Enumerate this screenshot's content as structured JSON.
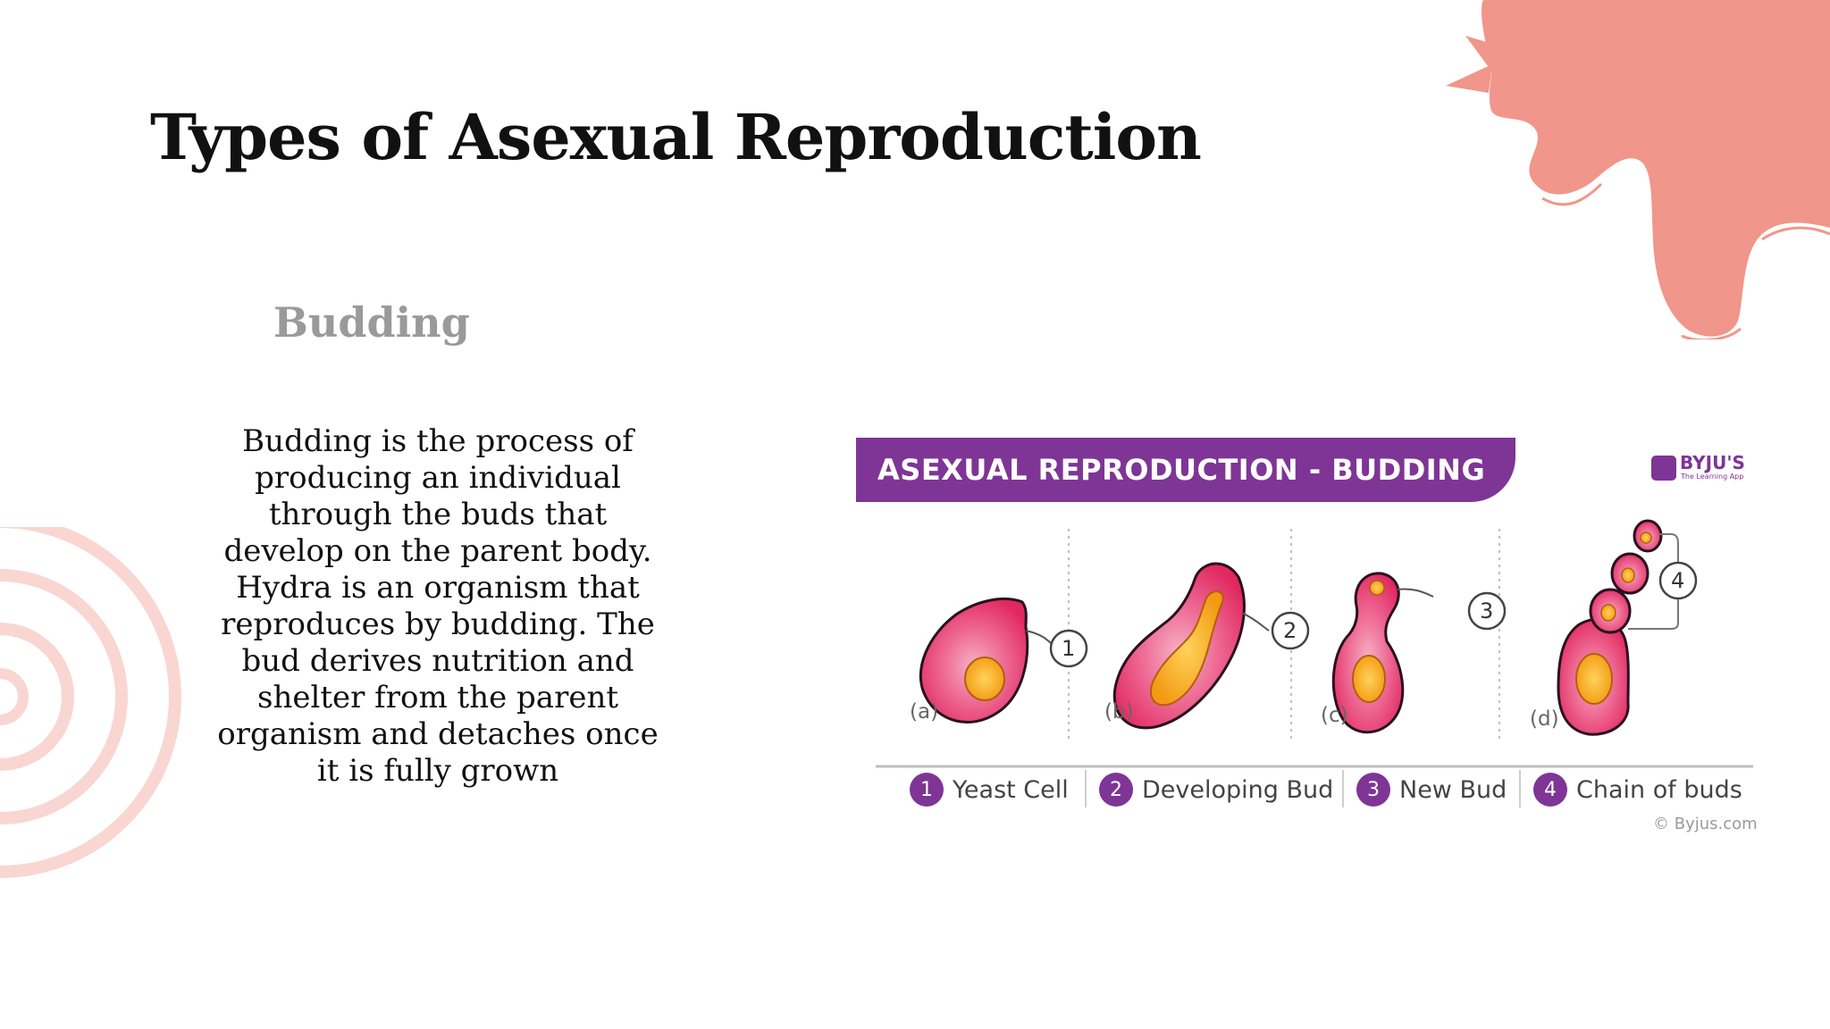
{
  "slide": {
    "title": "Types of Asexual Reproduction",
    "subtitle": "Budding",
    "body": "Budding is the process of producing an individual through the buds that develop on the parent body. Hydra is an organism that reproduces by budding. The bud derives nutrition and shelter from the parent organism and detaches once it is fully grown"
  },
  "figure": {
    "banner": "ASEXUAL REPRODUCTION - BUDDING",
    "brand_name": "BYJU'S",
    "brand_tagline": "The Learning App",
    "panels": [
      {
        "label": "(a)",
        "callout": "1"
      },
      {
        "label": "(b)",
        "callout": "2"
      },
      {
        "label": "(c)",
        "callout": "3"
      },
      {
        "label": "(d)",
        "callout": "4"
      }
    ],
    "legend": [
      {
        "num": "1",
        "text": "Yeast Cell"
      },
      {
        "num": "2",
        "text": "Developing Bud"
      },
      {
        "num": "3",
        "text": "New Bud"
      },
      {
        "num": "4",
        "text": "Chain of buds"
      }
    ],
    "copyright": "© Byjus.com"
  },
  "colors": {
    "accent_purple": "#7e3596",
    "cell_pink": "#e8356f",
    "nucleus_orange": "#f6a619",
    "deco_salmon": "#f0968a",
    "deco_ring": "#f9d6d1"
  }
}
